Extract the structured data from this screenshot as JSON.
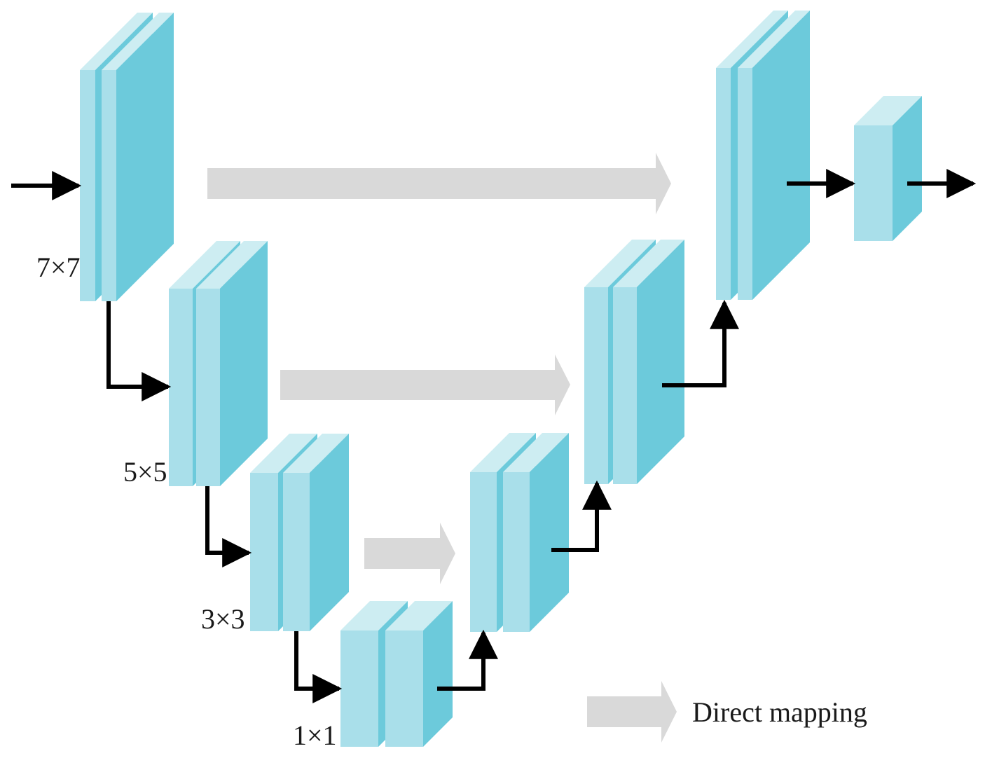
{
  "kernel_labels": [
    "7×7",
    "5×5",
    "3×3",
    "1×1"
  ],
  "legend": {
    "label": "Direct mapping"
  },
  "colors": {
    "block_front": "#a9dfea",
    "block_top": "#cdedf2",
    "block_side": "#6ccadb",
    "mapping_arrow": "#d9d9d9",
    "flow_arrow": "#000000"
  }
}
